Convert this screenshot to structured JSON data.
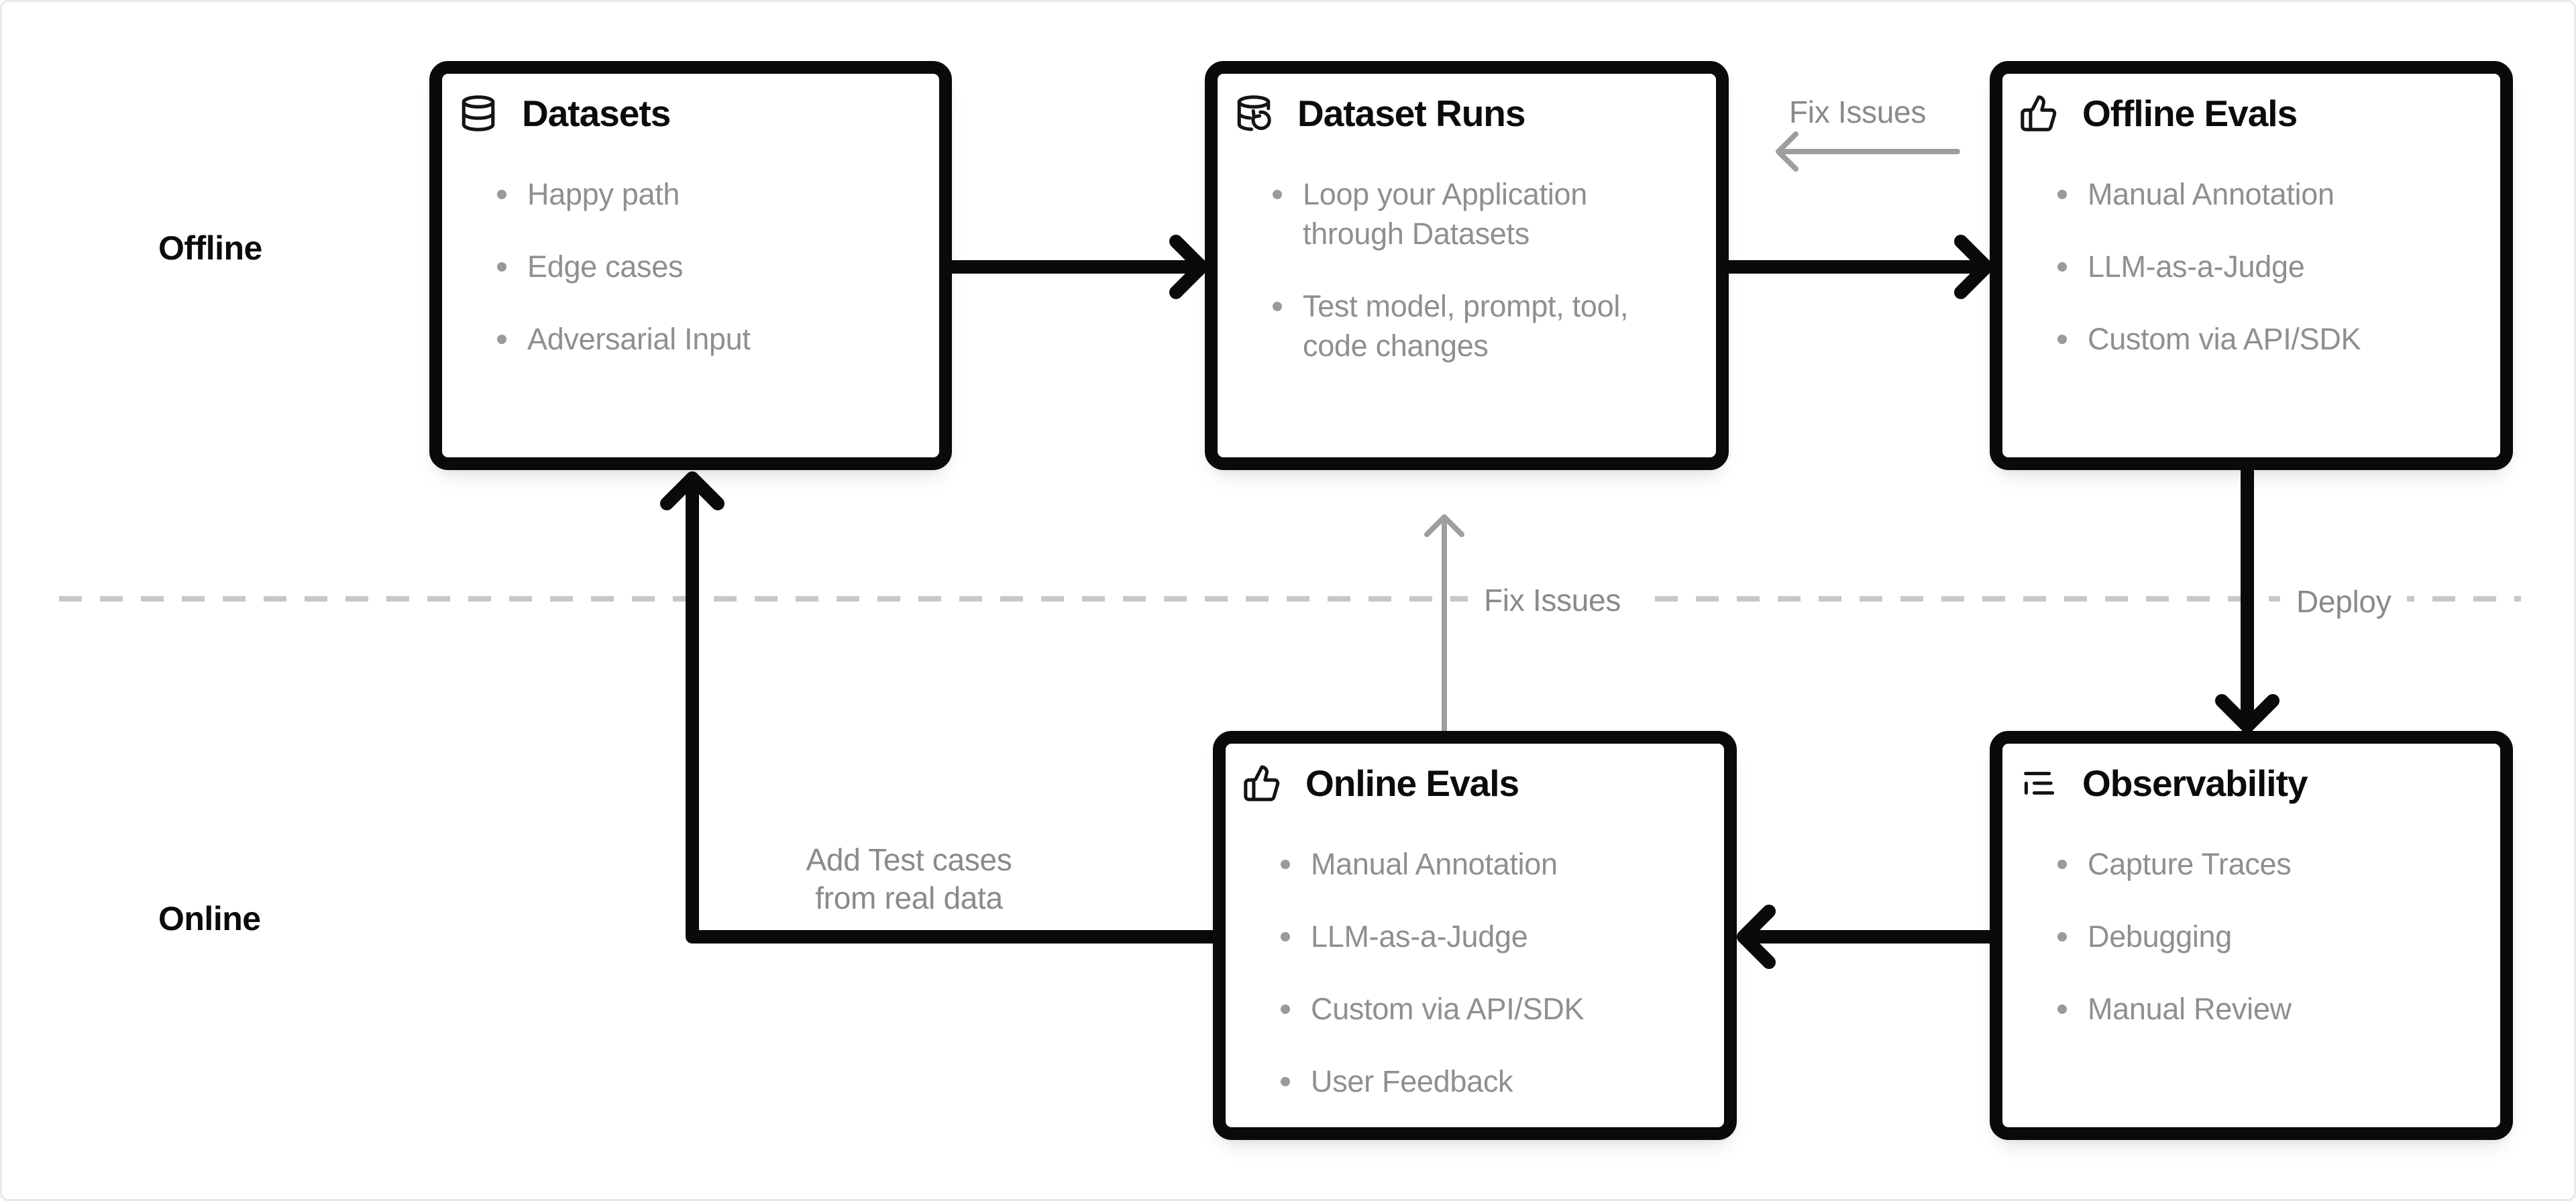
{
  "diagram": {
    "lanes": [
      {
        "label": "Offline"
      },
      {
        "label": "Online"
      }
    ],
    "boxes": [
      {
        "id": "datasets",
        "icon": "database-icon",
        "title": "Datasets",
        "items": [
          "Happy path",
          "Edge cases",
          "Adversarial Input"
        ]
      },
      {
        "id": "dataset-runs",
        "icon": "database-refresh-icon",
        "title": "Dataset Runs",
        "items": [
          "Loop your Application through Datasets",
          "Test model, prompt, tool, code changes"
        ]
      },
      {
        "id": "offline-evals",
        "icon": "thumbs-up-icon",
        "title": "Offline Evals",
        "items": [
          "Manual Annotation",
          "LLM-as-a-Judge",
          "Custom via API/SDK"
        ]
      },
      {
        "id": "online-evals",
        "icon": "thumbs-up-icon",
        "title": "Online Evals",
        "items": [
          "Manual Annotation",
          "LLM-as-a-Judge",
          "Custom via API/SDK",
          "User Feedback"
        ]
      },
      {
        "id": "observability",
        "icon": "list-tree-icon",
        "title": "Observability",
        "items": [
          "Capture Traces",
          "Debugging",
          "Manual Review"
        ]
      }
    ],
    "edges": [
      {
        "from": "datasets",
        "to": "dataset-runs",
        "style": "solid-black",
        "label": ""
      },
      {
        "from": "dataset-runs",
        "to": "offline-evals",
        "style": "solid-black",
        "label": ""
      },
      {
        "from": "offline-evals",
        "to": "observability",
        "style": "solid-black",
        "label": "Deploy"
      },
      {
        "from": "observability",
        "to": "online-evals",
        "style": "solid-black",
        "label": ""
      },
      {
        "from": "online-evals",
        "to": "datasets",
        "style": "solid-black",
        "label": "Add Test cases from real data"
      },
      {
        "from": "offline-evals",
        "to": "dataset-runs",
        "style": "gray",
        "label": "Fix Issues"
      },
      {
        "from": "online-evals",
        "to": "dataset-runs",
        "style": "gray",
        "label": "Fix Issues"
      }
    ],
    "labels": {
      "add_test_cases": [
        "Add Test cases",
        "from real data"
      ]
    },
    "colors": {
      "background": "#ffffff",
      "page_border": "#e9e9e9",
      "box_border": "#0a0a0a",
      "title_text": "#0b0b0b",
      "bullet_text": "#8f8f8f",
      "muted_label": "#8a8a8a",
      "gray_arrow": "#9e9e9e",
      "dashed_line": "#c7c7c7"
    }
  }
}
